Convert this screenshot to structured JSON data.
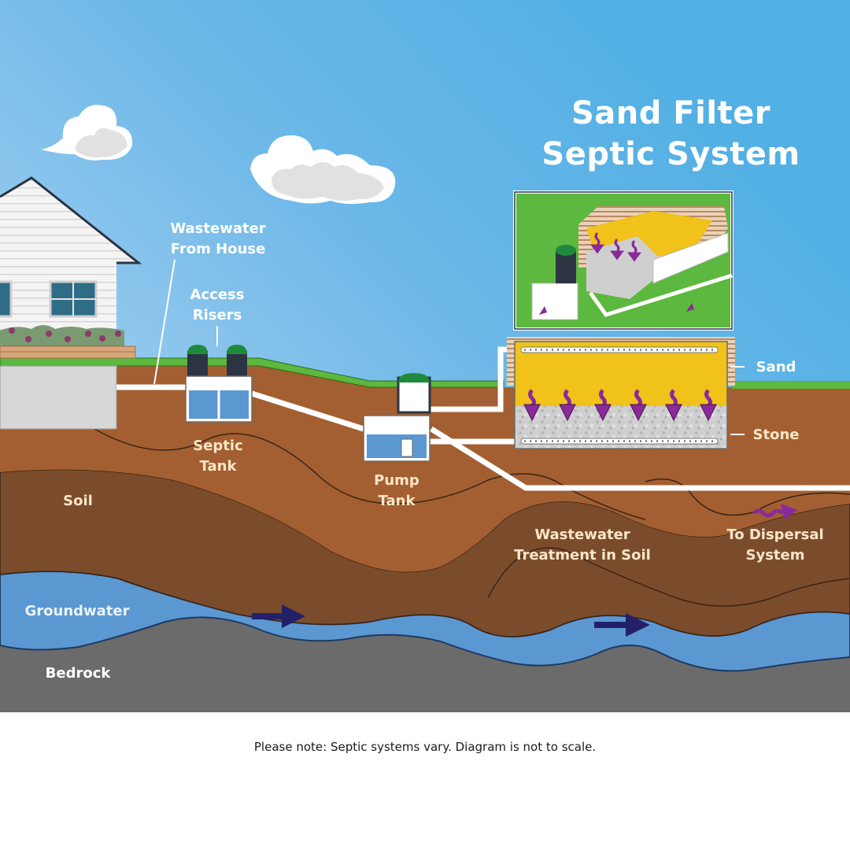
{
  "title": {
    "line1": "Sand Filter",
    "line2": "Septic System"
  },
  "labels": {
    "wastewater_from_house": [
      "Wastewater",
      "From House"
    ],
    "access_risers": [
      "Access",
      "Risers"
    ],
    "septic_tank": [
      "Septic",
      "Tank"
    ],
    "pump_tank": [
      "Pump",
      "Tank"
    ],
    "sand": "Sand",
    "stone": "Stone",
    "soil": "Soil",
    "wastewater_treatment": [
      "Wastewater",
      "Treatment in Soil"
    ],
    "to_dispersal": [
      "To Dispersal",
      "System"
    ],
    "groundwater": "Groundwater",
    "bedrock": "Bedrock"
  },
  "footnote": "Please note: Septic systems vary. Diagram is not to scale.",
  "colors": {
    "sky_top": "#52b0e4",
    "sky_light": "#9ccbee",
    "grass": "#5cb83e",
    "soil_light": "#a35f31",
    "soil_dark": "#7b4c2c",
    "groundwater": "#5b98d2",
    "bedrock": "#6b6b6b",
    "sand": "#f0c21a",
    "stone": "#c9c9c9",
    "arrow_purple": "#8a2a9a",
    "arrow_navy": "#23206a",
    "riser_cap": "#1f8a3c",
    "riser_body": "#2c3443",
    "tank_water": "#5b98d2"
  },
  "icons": {
    "flow_arrows": "wavy-down-arrow-icon",
    "groundwater_arrows": "right-arrow-icon",
    "dispersal_arrow": "wavy-right-arrow-icon"
  }
}
